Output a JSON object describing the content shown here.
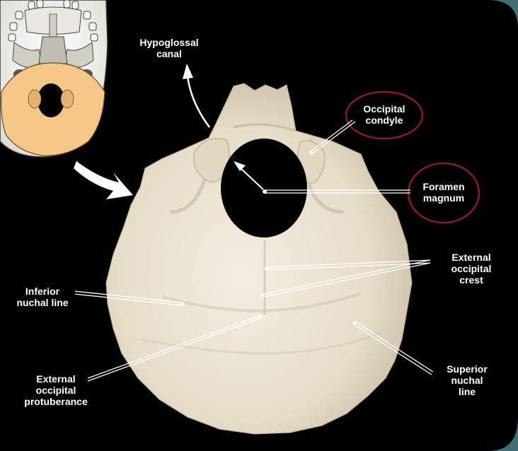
{
  "labels": {
    "hypoglossal_canal": [
      "Hypoglossal",
      "canal"
    ],
    "occipital_condyle": [
      "Occipital",
      "condyle"
    ],
    "foramen_magnum": [
      "Foramen",
      "magnum"
    ],
    "external_occipital_crest": [
      "External",
      "occipital",
      "crest"
    ],
    "inferior_nuchal_line": [
      "Inferior",
      "nuchal line"
    ],
    "external_occipital_protuberance": [
      "External",
      "occipital",
      "protuberance"
    ],
    "superior_nuchal_line": [
      "Superior",
      "nuchal",
      "line"
    ]
  },
  "colors": {
    "background": "#000000",
    "frame": "#3f6f73",
    "bone": "#ede6d6",
    "bone_shadow": "#cfc6b0",
    "highlight_bone": "#f5c888",
    "highlight_circle": "#8c1c1c",
    "text": "#ffffff"
  }
}
